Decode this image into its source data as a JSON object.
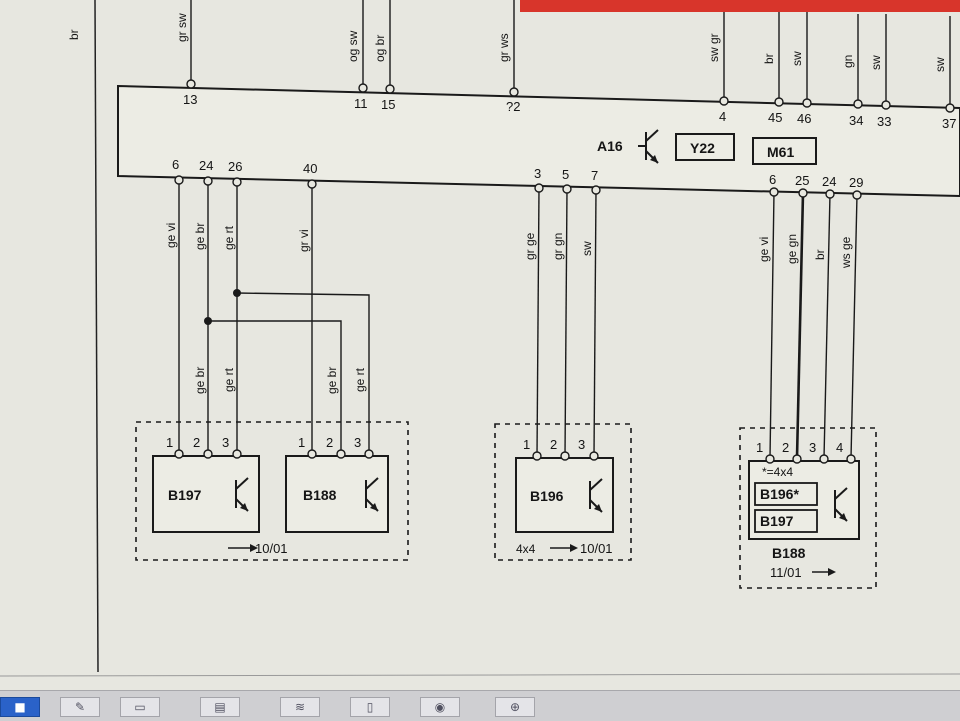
{
  "margin_label": "br",
  "top_wires": [
    {
      "pin": "13",
      "label": "gr sw"
    },
    {
      "pin": "11",
      "label": "og sw"
    },
    {
      "pin": "15",
      "label": "og br"
    },
    {
      "pin": "?2",
      "label": "gr ws"
    },
    {
      "pin": "4",
      "label": "sw gr"
    },
    {
      "pin": "45",
      "label": "br"
    },
    {
      "pin": "46",
      "label": "sw"
    },
    {
      "pin": "34",
      "label": "gn"
    },
    {
      "pin": "33",
      "label": "sw"
    },
    {
      "pin": "37",
      "label": "sw"
    }
  ],
  "control_unit": {
    "id": "A16",
    "box1": "Y22",
    "box2": "M61"
  },
  "bottom_wires": [
    {
      "pin": "6",
      "label": "ge vi"
    },
    {
      "pin": "24",
      "label": "ge br"
    },
    {
      "pin": "26",
      "label": "ge rt"
    },
    {
      "pin": "40",
      "label": "gr vi"
    },
    {
      "pin": "3",
      "label": "gr ge"
    },
    {
      "pin": "5",
      "label": "gr gn"
    },
    {
      "pin": "7",
      "label": "sw"
    },
    {
      "pin": "6",
      "label": "ge vi"
    },
    {
      "pin": "25",
      "label": "ge gn"
    },
    {
      "pin": "24",
      "label": "br"
    },
    {
      "pin": "29",
      "label": "ws ge"
    }
  ],
  "branch_labels": [
    "ge br",
    "ge rt",
    "ge br",
    "ge rt"
  ],
  "groups": [
    {
      "sensors": [
        "B197",
        "B188"
      ],
      "pins": [
        "1",
        "2",
        "3",
        "1",
        "2",
        "3"
      ],
      "ref": "10/01"
    },
    {
      "sensors": [
        "B196"
      ],
      "pins": [
        "1",
        "2",
        "3"
      ],
      "variant": "4x4",
      "ref": "10/01"
    },
    {
      "sensors": [
        "B196*",
        "B197"
      ],
      "pins": [
        "1",
        "2",
        "3",
        "4"
      ],
      "note": "*=4x4",
      "name": "B188",
      "ref": "11/01"
    }
  ],
  "icons": [
    "transistor-icon",
    "folder-icon",
    "network-icon",
    "globe-icon",
    "target-icon"
  ]
}
